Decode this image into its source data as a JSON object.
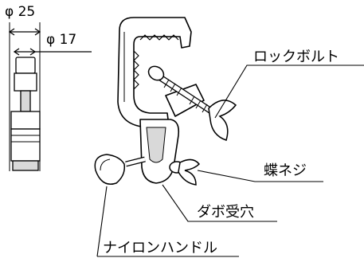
{
  "dimensions": {
    "outer": "φ 25",
    "inner": "φ 17"
  },
  "labels": {
    "lock_bolt": "ロックボルト",
    "wing_screw": "蝶ネジ",
    "dowel_socket": "ダボ受穴",
    "nylon_handle": "ナイロンハンドル"
  },
  "colors": {
    "line": "#000000",
    "fill": "#ffffff",
    "shade": "#d9d9d9"
  }
}
